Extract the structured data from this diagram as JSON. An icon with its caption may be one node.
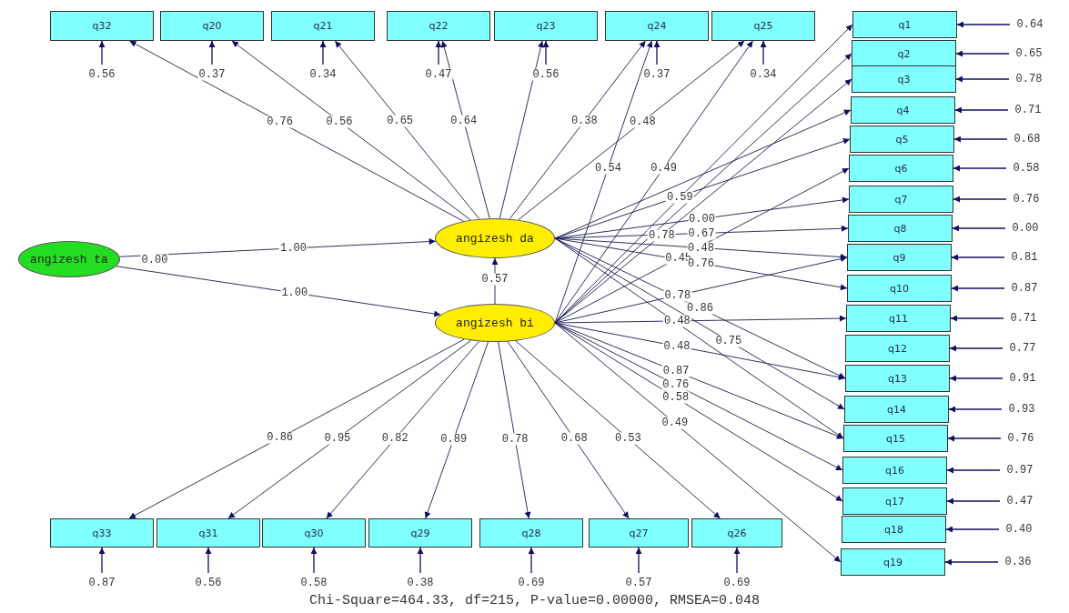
{
  "diagram": {
    "caption": "Chi-Square=464.33, df=215, P-value=0.00000, RMSEA=0.048",
    "nodes": [
      {
        "text": [
          "angizesh ta"
        ],
        "beside": [
          "0.00"
        ]
      },
      {
        "text": [
          "angizesh da"
        ]
      },
      {
        "text": [
          "angizesh bi"
        ]
      },
      {
        "text": [
          "q1"
        ]
      },
      {
        "text": [
          "q2"
        ]
      },
      {
        "text": [
          "q3"
        ]
      },
      {
        "text": [
          "q4"
        ]
      },
      {
        "text": [
          "q5"
        ]
      },
      {
        "text": [
          "q6"
        ]
      },
      {
        "text": [
          "q7"
        ]
      },
      {
        "text": [
          "q8"
        ]
      },
      {
        "text": [
          "q9"
        ]
      },
      {
        "text": [
          "q10"
        ]
      },
      {
        "text": [
          "q11"
        ]
      },
      {
        "text": [
          "q12"
        ]
      },
      {
        "text": [
          "q13"
        ]
      },
      {
        "text": [
          "q14"
        ]
      },
      {
        "text": [
          "q15"
        ]
      },
      {
        "text": [
          "q16"
        ]
      },
      {
        "text": [
          "q17"
        ]
      },
      {
        "text": [
          "q18"
        ]
      },
      {
        "text": [
          "q19"
        ]
      },
      {
        "text": [
          "q20"
        ]
      },
      {
        "text": [
          "q21"
        ]
      },
      {
        "text": [
          "q22"
        ]
      },
      {
        "text": [
          "q23"
        ]
      },
      {
        "text": [
          "q24"
        ]
      },
      {
        "text": [
          "q25"
        ]
      },
      {
        "text": [
          "q26"
        ]
      },
      {
        "text": [
          "q27"
        ]
      },
      {
        "text": [
          "q28"
        ]
      },
      {
        "text": [
          "q29"
        ]
      },
      {
        "text": [
          "q30"
        ]
      },
      {
        "text": [
          "q31"
        ]
      },
      {
        "text": [
          "q32"
        ]
      },
      {
        "text": [
          "q33"
        ]
      }
    ],
    "edges": [
      {
        "from": 0,
        "to": 1,
        "arrow": "to",
        "label": "1.00"
      },
      {
        "from": 0,
        "to": 2,
        "arrow": "to",
        "label": "1.00"
      },
      {
        "from": 2,
        "to": 1,
        "arrow": "to",
        "label": "0.57"
      },
      {
        "from": 1,
        "to": 34,
        "arrow": "to",
        "label": "0.76"
      },
      {
        "from": 1,
        "to": 22,
        "arrow": "to",
        "label": "0.56"
      },
      {
        "from": 1,
        "to": 23,
        "arrow": "to",
        "label": "0.65"
      },
      {
        "from": 1,
        "to": 24,
        "arrow": "to",
        "label": "0.64"
      },
      {
        "from": 1,
        "to": 25,
        "arrow": "to"
      },
      {
        "from": 1,
        "to": 26,
        "arrow": "to",
        "label": "0.38"
      },
      {
        "from": 1,
        "to": 27,
        "arrow": "to",
        "label": "0.48"
      },
      {
        "from": 2,
        "to": 26,
        "arrow": "to",
        "label": "0.54"
      },
      {
        "from": 2,
        "to": 27,
        "arrow": "to",
        "label": "0.49"
      },
      {
        "from": 2,
        "to": 3,
        "arrow": "to",
        "label": "0.59"
      },
      {
        "from": 2,
        "to": 4,
        "arrow": "to"
      },
      {
        "from": 2,
        "to": 5,
        "arrow": "to",
        "label": "0.78"
      },
      {
        "from": 1,
        "to": 6,
        "arrow": "to"
      },
      {
        "from": 1,
        "to": 7,
        "arrow": "to"
      },
      {
        "from": 2,
        "to": 8,
        "arrow": "to",
        "label": "0.45"
      },
      {
        "from": 1,
        "to": 9,
        "arrow": "to",
        "label": "0.00"
      },
      {
        "from": 1,
        "to": 10,
        "arrow": "to",
        "label": "0.67"
      },
      {
        "from": 1,
        "to": 11,
        "arrow": "to",
        "label": "0.48"
      },
      {
        "from": 2,
        "to": 11,
        "arrow": "to",
        "label": "0.78"
      },
      {
        "from": 1,
        "to": 12,
        "arrow": "to",
        "label": "0.76"
      },
      {
        "from": 2,
        "to": 13,
        "arrow": "to",
        "label": "0.48"
      },
      {
        "from": 1,
        "to": 15,
        "arrow": "to",
        "label": "0.86"
      },
      {
        "from": 2,
        "to": 15,
        "arrow": "to",
        "label": "0.48"
      },
      {
        "from": 1,
        "to": 16,
        "arrow": "to",
        "label": "0.75"
      },
      {
        "from": 1,
        "to": 17,
        "arrow": "to"
      },
      {
        "from": 2,
        "to": 17,
        "arrow": "to",
        "label": "0.87"
      },
      {
        "from": 2,
        "to": 18,
        "arrow": "to",
        "label": "0.76"
      },
      {
        "from": 2,
        "to": 19,
        "arrow": "to",
        "label": "0.58"
      },
      {
        "from": 2,
        "to": 21,
        "arrow": "to",
        "label": "0.49"
      },
      {
        "from": 2,
        "to": 35,
        "arrow": "to",
        "label": "0.86"
      },
      {
        "from": 2,
        "to": 33,
        "arrow": "to",
        "label": "0.95"
      },
      {
        "from": 2,
        "to": 32,
        "arrow": "to",
        "label": "0.82"
      },
      {
        "from": 2,
        "to": 31,
        "arrow": "to",
        "label": "0.89"
      },
      {
        "from": 2,
        "to": 30,
        "arrow": "to",
        "label": "0.78"
      },
      {
        "from": 2,
        "to": 29,
        "arrow": "to",
        "label": "0.68"
      },
      {
        "from": 2,
        "to": 28,
        "arrow": "to",
        "label": "0.53"
      },
      {
        "from": null,
        "to": 34,
        "arrow": "to",
        "label": "0.56"
      },
      {
        "from": null,
        "to": 22,
        "arrow": "to",
        "label": "0.37"
      },
      {
        "from": null,
        "to": 23,
        "arrow": "to",
        "label": "0.34"
      },
      {
        "from": null,
        "to": 24,
        "arrow": "to",
        "label": "0.47"
      },
      {
        "from": null,
        "to": 25,
        "arrow": "to",
        "label": "0.56"
      },
      {
        "from": null,
        "to": 26,
        "arrow": "to",
        "label": "0.37"
      },
      {
        "from": null,
        "to": 27,
        "arrow": "to",
        "label": "0.34"
      },
      {
        "from": null,
        "to": 3,
        "arrow": "to",
        "label": "0.64"
      },
      {
        "from": null,
        "to": 4,
        "arrow": "to",
        "label": "0.65"
      },
      {
        "from": null,
        "to": 5,
        "arrow": "to",
        "label": "0.78"
      },
      {
        "from": null,
        "to": 6,
        "arrow": "to",
        "label": "0.71"
      },
      {
        "from": null,
        "to": 7,
        "arrow": "to",
        "label": "0.68"
      },
      {
        "from": null,
        "to": 8,
        "arrow": "to",
        "label": "0.58"
      },
      {
        "from": null,
        "to": 9,
        "arrow": "to",
        "label": "0.76"
      },
      {
        "from": null,
        "to": 10,
        "arrow": "to",
        "label": "0.00"
      },
      {
        "from": null,
        "to": 11,
        "arrow": "to",
        "label": "0.81"
      },
      {
        "from": null,
        "to": 12,
        "arrow": "to",
        "label": "0.87"
      },
      {
        "from": null,
        "to": 13,
        "arrow": "to",
        "label": "0.71"
      },
      {
        "from": null,
        "to": 14,
        "arrow": "to",
        "label": "0.77"
      },
      {
        "from": null,
        "to": 15,
        "arrow": "to",
        "label": "0.91"
      },
      {
        "from": null,
        "to": 16,
        "arrow": "to",
        "label": "0.93"
      },
      {
        "from": null,
        "to": 17,
        "arrow": "to",
        "label": "0.76"
      },
      {
        "from": null,
        "to": 18,
        "arrow": "to",
        "label": "0.97"
      },
      {
        "from": null,
        "to": 19,
        "arrow": "to",
        "label": "0.47"
      },
      {
        "from": null,
        "to": 20,
        "arrow": "to",
        "label": "0.40"
      },
      {
        "from": null,
        "to": 21,
        "arrow": "to",
        "label": "0.36"
      },
      {
        "from": null,
        "to": 35,
        "arrow": "to",
        "label": "0.87"
      },
      {
        "from": null,
        "to": 33,
        "arrow": "to",
        "label": "0.56"
      },
      {
        "from": null,
        "to": 32,
        "arrow": "to",
        "label": "0.58"
      },
      {
        "from": null,
        "to": 31,
        "arrow": "to",
        "label": "0.38"
      },
      {
        "from": null,
        "to": 30,
        "arrow": "to",
        "label": "0.69"
      },
      {
        "from": null,
        "to": 29,
        "arrow": "to",
        "label": "0.57"
      },
      {
        "from": null,
        "to": 28,
        "arrow": "to",
        "label": "0.69"
      }
    ]
  }
}
